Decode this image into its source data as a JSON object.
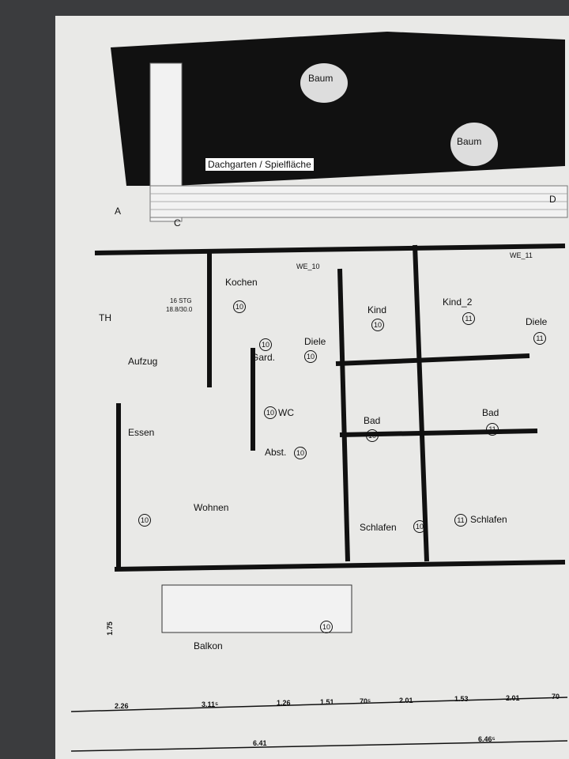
{
  "roof": {
    "label": "Dachgarten / Spielfläche",
    "trees": [
      "Baum",
      "Baum"
    ]
  },
  "markers": {
    "section_a": "A",
    "section_c": "C",
    "section_d": "D",
    "th": "TH"
  },
  "stair": {
    "steps": "16 STG",
    "ratio": "18.8/30.0"
  },
  "units": {
    "we10": "WE_10",
    "we11": "WE_11"
  },
  "rooms": [
    {
      "name": "Kochen",
      "unit": "10"
    },
    {
      "name": "Gard.",
      "unit": "10"
    },
    {
      "name": "Diele",
      "unit": "10"
    },
    {
      "name": "WC",
      "unit": "10"
    },
    {
      "name": "Abst.",
      "unit": "10"
    },
    {
      "name": "Aufzug",
      "unit": ""
    },
    {
      "name": "Essen",
      "unit": ""
    },
    {
      "name": "Wohnen",
      "unit": "10"
    },
    {
      "name": "Balkon",
      "unit": "10"
    },
    {
      "name": "Kind",
      "unit": "10"
    },
    {
      "name": "Kind_2",
      "unit": "11"
    },
    {
      "name": "Diele",
      "unit": "11"
    },
    {
      "name": "Bad",
      "unit": "10"
    },
    {
      "name": "Bad",
      "unit": "11"
    },
    {
      "name": "Schlafen",
      "unit": "10"
    },
    {
      "name": "Schlafen",
      "unit": "11"
    }
  ],
  "dimensions": {
    "row1": [
      "2.26",
      "3.11⁵",
      "1.26",
      "1.51",
      "70⁵",
      "2.01",
      "1.53",
      "2.01",
      "70"
    ],
    "row2": [
      "6.41",
      "6.46⁵"
    ],
    "balcony_depth": "1.75"
  }
}
